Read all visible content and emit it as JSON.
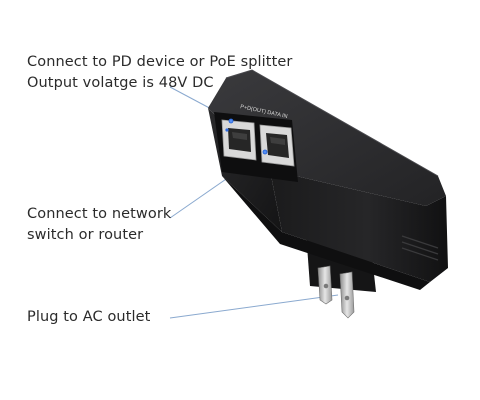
{
  "callouts": {
    "pd_device": {
      "line1": "Connect to PD device or PoE splitter",
      "line2": "Output volatge is 48V DC"
    },
    "network": {
      "line1": "Connect to network",
      "line2": "switch or router"
    },
    "ac_outlet": {
      "line1": "Plug to AC outlet"
    }
  },
  "device": {
    "port_label": "P+D(OUT) DATA IN",
    "body_color": "#1c1c1e",
    "pointer_color": "#8aa9cf",
    "led_color": "#1f5fd6"
  }
}
